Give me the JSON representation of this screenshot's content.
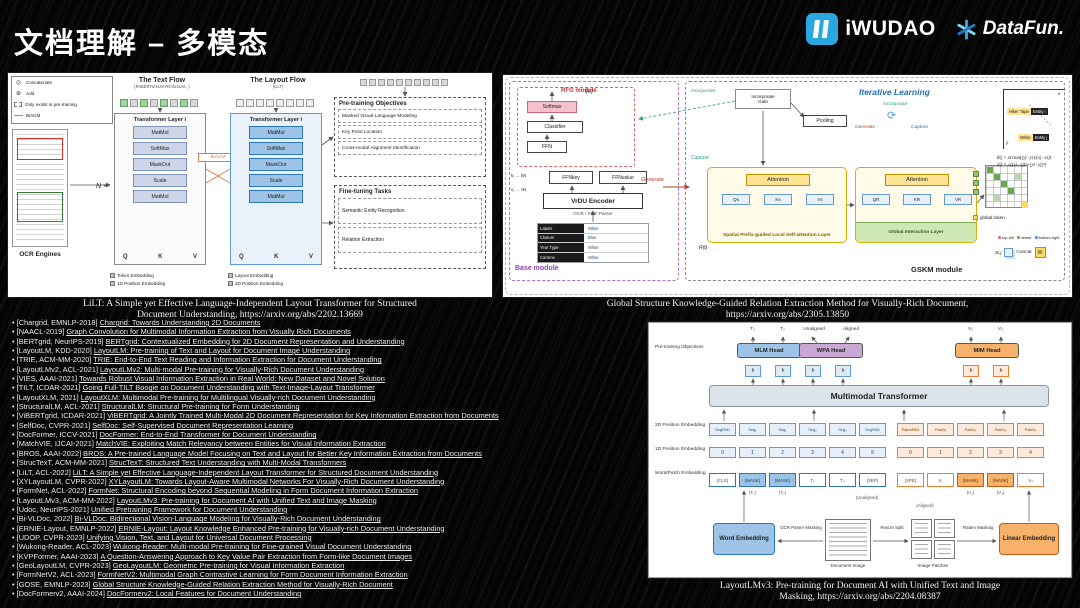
{
  "slide": {
    "title": "文档理解 – 多模态",
    "logo_iwudao": "iWUDAO",
    "logo_datafun": "DataFun."
  },
  "lilt": {
    "caption1": "LiLT: A Simple yet Effective Language-Independent Layout Transformer for Structured",
    "caption2": "Document Understanding, https://arxiv.org/abs/2202.13669",
    "icon_concat": "◎",
    "icon_add": "⊕",
    "legend": [
      "Concatenate",
      "Add",
      "Only exists in pre-training",
      "BiACM"
    ],
    "ocr_engines": "OCR Engines",
    "text_flow": "The Text Flow",
    "text_flow_sub": "(RoBERTa/XLM-R/InfoXLM...)",
    "layout_flow": "The Layout Flow",
    "layout_flow_sub": "(LiLT)",
    "nx": "N ×",
    "transformer_text": "Transformer Layer i",
    "transformer_layout": "Transformer Layer i",
    "biacm": "BiACM",
    "blocks": [
      "MatMul",
      "SoftMax",
      "MaskOut",
      "Scale",
      "MatMul"
    ],
    "q": "Q",
    "k": "K",
    "v": "V",
    "emb": [
      "Token Embedding",
      "1D Position Embedding",
      "Layout Embedding",
      "2D Position Embedding"
    ],
    "pretrain_title": "Pre-training Objectives",
    "pretrain_items": [
      "Masked Visual-Language Modeling",
      "Key Point Location",
      "Cross-modal Alignment Identification"
    ],
    "finetune_title": "Fine-tuning Tasks",
    "finetune_items": [
      "Semantic Entity Recognition",
      "Relation Extraction"
    ]
  },
  "gose": {
    "caption1": "Global Structure Knowledge-Guided Relation Extraction Method for Visually-Rich Document,",
    "caption2": "https://arxiv.org/abs/2305.13850",
    "rfg_module": "RFG module",
    "softmax": "Softmax",
    "classifier": "Classifier",
    "ffn": "FFN",
    "lk": "l(K)",
    "k_tokens": "k₁ … kN",
    "v_tokens": "v₁ … vN",
    "ffn_key": "FFNkey",
    "ffn_value": "FFNvalue",
    "vrdu_encoder": "VrDU Encoder",
    "ocr_pdf": "OCR / PDF Parser",
    "doc_rows": [
      {
        "f": "Labels",
        "v": "White"
      },
      {
        "f": "Closure",
        "v": "Blue"
      },
      {
        "f": "Year Type",
        "v": "White"
      },
      {
        "f": "Cartons",
        "v": "White"
      }
    ],
    "base_module": "Base module",
    "generate": "Generate",
    "incorporate": "Incorporate",
    "capture": "Capture",
    "gate": "Gate",
    "pooling": "Pooling",
    "iterative": "Iterative Learning",
    "cycle_glyph": "⟳",
    "attention": "Attention",
    "qs": "Qs",
    "ks": "Ks",
    "vs": "Vs",
    "qr": "QR",
    "kr": "KR",
    "vr": "VR",
    "spatial_layer": "Spatial Prefix-guided Local Self-attention Layer",
    "global_layer": "Global Interaction Layer",
    "rt": "R(t)",
    "global_token": "global token",
    "gskm_module": "GSKM module",
    "x": "x",
    "y": "y",
    "entity_i": "Entity i",
    "entity_j": "Entity j",
    "hiker_tape": "Hiker Tape",
    "white": "White",
    "formula_theta": "θij = arctan((yj−yi)/(xj−xi))",
    "formula_d": "dij = √((xi−xj)²+(yi−yj)²)",
    "pt_legend": [
      "top-left",
      "center",
      "bottom-right"
    ],
    "sij": "Si,j",
    "concat": "Concat",
    "w": "W"
  },
  "papers": [
    {
      "tag": "[Chargrid, EMNLP-2018]",
      "title": "Chargrid: Towards Understanding 2D Documents"
    },
    {
      "tag": "[NAACL-2019]",
      "title": "Graph Convolution for Multimodal Information Extraction from Visually Rich Documents"
    },
    {
      "tag": "[BERTgrid, NeurIPS-2019]",
      "title": "BERTgrid: Contextualized Embedding for 2D Document Representation and Understanding"
    },
    {
      "tag": "[LayoutLM, KDD-2020]",
      "title": "LayoutLM: Pre-training of Text and Layout for Document Image Understanding"
    },
    {
      "tag": "[TRIE, ACM-MM-2020]",
      "title": "TRIE: End-to-End Text Reading and Information Extraction for Document Understanding"
    },
    {
      "tag": "[LayoutLMv2, ACL-2021]",
      "title": "LayoutLMv2: Multi-modal Pre-training for Visually-Rich Document Understanding"
    },
    {
      "tag": "[VIES, AAAI-2021]",
      "title": "Towards Robust Visual Information Extraction in Real World: New Dataset and Novel Solution"
    },
    {
      "tag": "[TILT, ICDAR-2021]",
      "title": "Going Full-TILT Boogie on Document Understanding with Text-Image-Layout Transformer"
    },
    {
      "tag": "[LayoutXLM, 2021]",
      "title": "LayoutXLM: Multimodal Pre-training for Multilingual Visually-rich Document Understanding"
    },
    {
      "tag": "[StructuralLM, ACL-2021]",
      "title": "StructuralLM: Structural Pre-training for Form Understanding"
    },
    {
      "tag": "[ViBERTgrid, ICDAR-2021]",
      "title": "ViBERTgrid: A Jointly Trained Multi-Modal 2D Document Representation for Key Information Extraction from Documents"
    },
    {
      "tag": "[SelfDoc, CVPR-2021]",
      "title": "SelfDoc: Self-Supervised Document Representation Learning"
    },
    {
      "tag": "[DocFormer, ICCV-2021]",
      "title": "DocFormer: End-to-End Transformer for Document Understanding"
    },
    {
      "tag": "[MatchVIE, IJCAI-2021]",
      "title": "MatchVIE: Exploiting Match Relevancy between Entities for Visual Information Extraction"
    },
    {
      "tag": "[BROS, AAAI-2022]",
      "title": "BROS: A Pre-trained Language Model Focusing on Text and Layout for Better Key Information Extraction from Documents"
    },
    {
      "tag": "[StrucTexT, ACM-MM-2021]",
      "title": "StrucTexT: Structured Text Understanding with Multi-Modal Transformers"
    },
    {
      "tag": "[LiLT, ACL-2022]",
      "title": "LiLT: A Simple yet Effective Language-Independent Layout Transformer for Structured Document Understanding"
    },
    {
      "tag": "[XYLayoutLM, CVPR-2022]",
      "title": "XYLayoutLM: Towards Layout-Aware Multimodal Networks For Visually-Rich Document Understanding"
    },
    {
      "tag": "[FormNet, ACL-2022]",
      "title": "FormNet: Structural Encoding beyond Sequential Modeling in Form Document Information Extraction"
    },
    {
      "tag": "[LayoutLMv3, ACM-MM-2022]",
      "title": "LayoutLMv3: Pre-training for Document AI with Unified Text and Image Masking"
    },
    {
      "tag": "[Udoc, NeurIPS-2021]",
      "title": "Unified Pretraining Framework for Document Understanding"
    },
    {
      "tag": "[Bi-VLDoc, 2022]",
      "title": "Bi-VLDoc: Bidirectional Vision-Language Modeling for Visually-Rich Document Understanding"
    },
    {
      "tag": "[ERNIE-Layout, EMNLP-2022]",
      "title": "ERNIE-Layout: Layout Knowledge Enhanced Pre-training for Visually-rich Document Understanding"
    },
    {
      "tag": "[UDOP, CVPR-2023]",
      "title": "Unifying Vision, Text, and Layout for Universal Document Processing"
    },
    {
      "tag": "[Wukong-Reader, ACL-2023]",
      "title": "Wukong-Reader: Multi-modal Pre-training for Fine-grained Visual Document Understanding"
    },
    {
      "tag": "[KVPFormer, AAAI-2023]",
      "title": "A Question-Answering Approach to Key Value Pair Extraction from Form-like Document Images"
    },
    {
      "tag": "[GeoLayoutLM, CVPR-2023]",
      "title": "GeoLayoutLM: Geometric Pre-training for Visual Information Extraction"
    },
    {
      "tag": "[FormNetV2, ACL-2023]",
      "title": "FormNetV2: Multimodal Graph Contrastive Learning for Form Document Information Extraction"
    },
    {
      "tag": "[GOSE, EMNLP-2023]",
      "title": "Global Structure Knowledge-Guided Relation Extraction Method for Visually-Rich Document"
    },
    {
      "tag": "[DocFormerv2, AAAI-2024]",
      "title": "DocFormerv2: Local Features for Document Understanding"
    }
  ],
  "lmv3": {
    "caption1": "LayoutLMv3: Pre-training for Document AI with Unified Text and Image",
    "caption2": "Masking, https://arxiv.org/abs/2204.08387",
    "side_labels": [
      "Pre-training Objectives",
      "2D Position Embedding",
      "1D Position Embedding",
      "Word/Patch Embedding"
    ],
    "top_labels": [
      "T₁",
      "T₂",
      "Unaligned",
      "Aligned",
      "V₂",
      "V₃"
    ],
    "heads": [
      "MLM Head",
      "WPA Head",
      "MIM Head"
    ],
    "h": "h",
    "transformer": "Multimodal Transformer",
    "seg": [
      {
        "t": "SegPAD",
        "k": "t"
      },
      {
        "t": "Seg₁",
        "k": "t"
      },
      {
        "t": "Seg₁",
        "k": "t"
      },
      {
        "t": "Seg₂",
        "k": "t"
      },
      {
        "t": "Seg₂",
        "k": "t"
      },
      {
        "t": "SegPAD",
        "k": "t"
      },
      {
        "t": "PatchPAD",
        "k": "v"
      },
      {
        "t": "Patch₁",
        "k": "v"
      },
      {
        "t": "Patch₂",
        "k": "v"
      },
      {
        "t": "Patch₃",
        "k": "v"
      },
      {
        "t": "Patch₄",
        "k": "v"
      }
    ],
    "pos": [
      {
        "t": "0",
        "k": "t"
      },
      {
        "t": "1",
        "k": "t"
      },
      {
        "t": "2",
        "k": "t"
      },
      {
        "t": "3",
        "k": "t"
      },
      {
        "t": "4",
        "k": "t"
      },
      {
        "t": "5",
        "k": "t"
      },
      {
        "t": "0",
        "k": "v"
      },
      {
        "t": "1",
        "k": "v"
      },
      {
        "t": "2",
        "k": "v"
      },
      {
        "t": "3",
        "k": "v"
      },
      {
        "t": "4",
        "k": "v"
      }
    ],
    "tok": [
      {
        "t": "[CLS]",
        "k": "ct"
      },
      {
        "t": "[MASK]",
        "k": "mt"
      },
      {
        "t": "[MASK]",
        "k": "mt"
      },
      {
        "t": "T₃",
        "k": "ct"
      },
      {
        "t": "T₄",
        "k": "ct"
      },
      {
        "t": "[SEP]",
        "k": "ct"
      },
      {
        "t": "[SPE]",
        "k": "cv"
      },
      {
        "t": "V₁",
        "k": "cv"
      },
      {
        "t": "[MASK]",
        "k": "mv"
      },
      {
        "t": "[MASK]",
        "k": "mv"
      },
      {
        "t": "V₄",
        "k": "cv"
      }
    ],
    "under_labels": [
      "(T₁)",
      "(T₂)",
      "(Unaligned)",
      "(Aligned)",
      "(V₂)",
      "(V₃)"
    ],
    "word_embedding": "Word Embedding",
    "ocr_masking": "OCR Parser Masking",
    "document_image": "Document Image",
    "resize_split": "Resize Split",
    "image_patches": "Image Patches",
    "flatten_masking": "Flatten Masking",
    "linear_embedding": "Linear Embedding"
  }
}
